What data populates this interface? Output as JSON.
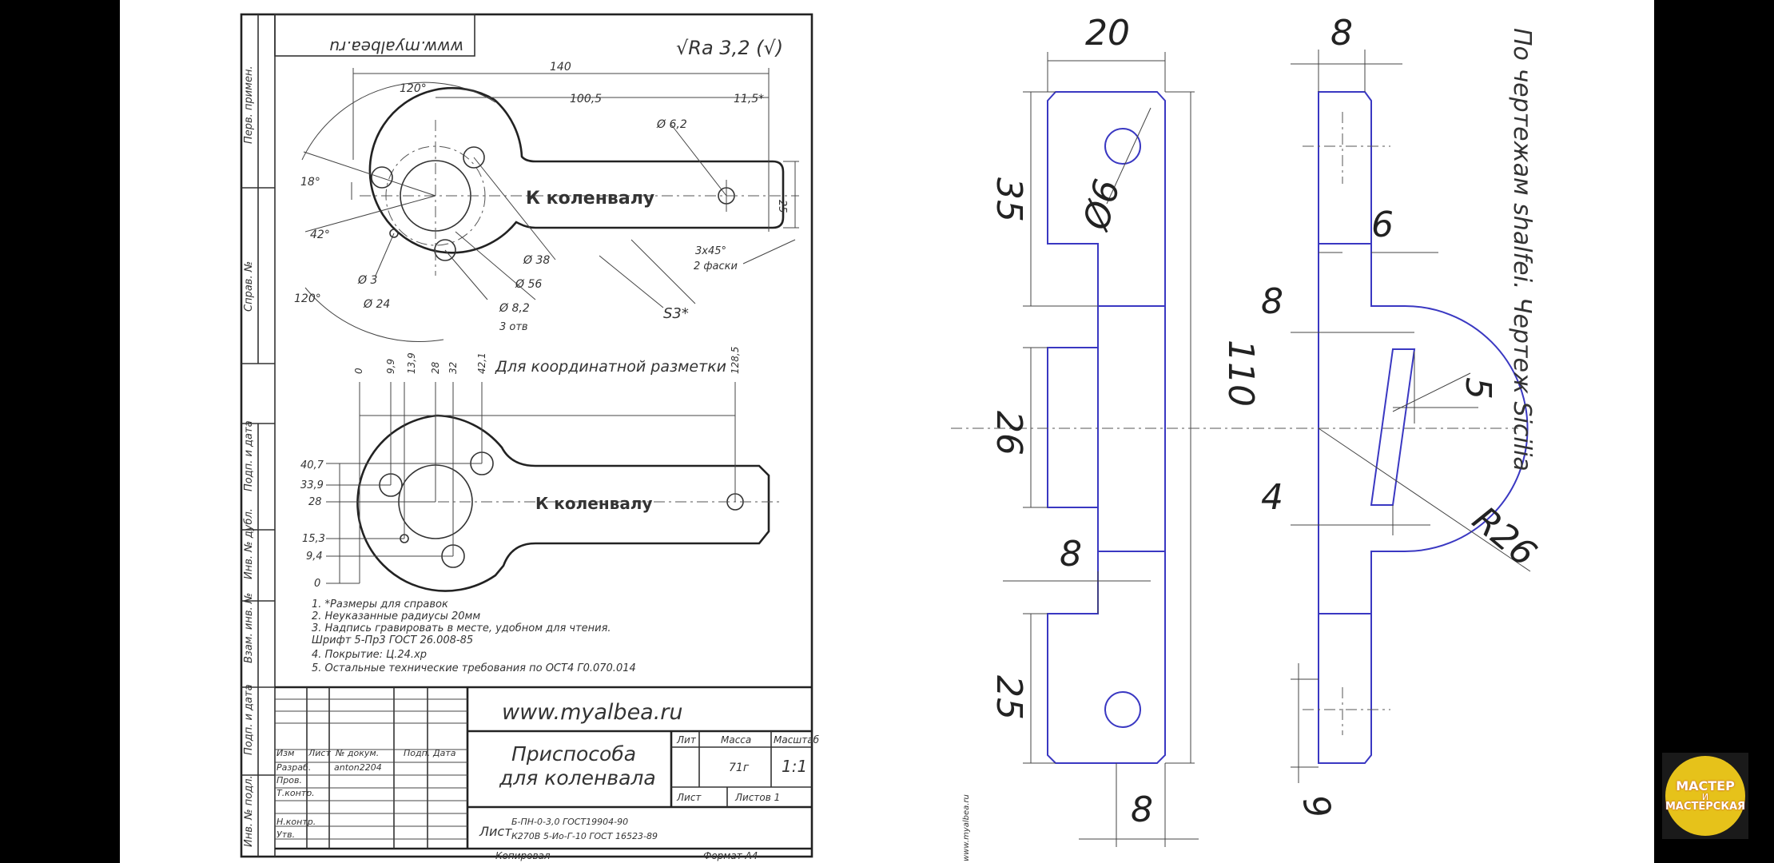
{
  "sheet": {
    "website_top": "www.myalbea.ru",
    "roughness": "√Ra 3,2 (√)",
    "title_website": "www.myalbea.ru",
    "part_name_1": "Приспособа",
    "part_name_2": "для коленвала",
    "cols": {
      "lit": "Лит",
      "mass": "Масса",
      "scale": "Масштаб"
    },
    "mass_value": "71г",
    "scale_value": "1:1",
    "sheet_label": "Лист",
    "sheets_label": "Листов 1",
    "material_label": "Лист",
    "material_1": "Б-ПН-0-3,0 ГОСТ19904-90",
    "material_2": "К270В 5-Ио-Г-10 ГОСТ 16523-89",
    "copied": "Копировал",
    "format": "Формат А4",
    "rows": [
      "Изм",
      "Лист",
      "№ докум.",
      "Подп.",
      "Дата"
    ],
    "roles": [
      "Разраб.",
      "Пров.",
      "Т.контр.",
      "",
      "Н.контр.",
      "Утв."
    ],
    "developer": "anton2204",
    "side_labels": [
      "Перв. примен.",
      "Справ. №",
      "Подп. и дата",
      "Инв. № дубл.",
      "Взам. инв. №",
      "Подп. и дата",
      "Инв. № подл."
    ]
  },
  "top_view": {
    "engraving": "К коленвалу",
    "dims": {
      "d140": "140",
      "d100_5": "100,5",
      "d11_5": "11,5*",
      "d6_2": "Ø 6,2",
      "d25": "25",
      "a120a": "120°",
      "a18": "18°",
      "a42": "42°",
      "a120b": "120°",
      "d3": "Ø 3",
      "d24": "Ø 24",
      "d38": "Ø 38",
      "d56": "Ø 56",
      "d8_2": "Ø 8,2",
      "holes3": "3 отв",
      "chamfer": "3x45°",
      "chamfer2": "2 фаски",
      "s3": "S3*"
    }
  },
  "coord_view": {
    "title": "Для координатной разметки",
    "engraving": "К коленвалу",
    "x_ticks": [
      "0",
      "9,9",
      "13,9",
      "28",
      "32",
      "42,1",
      "128,5"
    ],
    "y_ticks": [
      "40,7",
      "33,9",
      "28",
      "15,3",
      "9,4",
      "0"
    ]
  },
  "notes": [
    "1. *Размеры для справок",
    "2. Неуказанные радиусы 20мм",
    "3. Надпись гравировать в месте, удобном для чтения.",
    "   Шрифт 5-Пр3 ГОСТ 26.008-85",
    "4. Покрытие: Ц.24.хр",
    "5. Остальные технические требования по ОСТ4 Г0.070.014"
  ],
  "right_drawing": {
    "d20": "20",
    "d8_top": "8",
    "d35": "35",
    "d6_hole": "Ø6",
    "d6": "6",
    "d8_mid": "8",
    "d110": "110",
    "d26": "26",
    "d5": "5",
    "d4": "4",
    "r26": "R26",
    "d8_left": "8",
    "d25": "25",
    "d8_bottom": "8",
    "d9": "9",
    "caption": "По чертежам shalfei. Чертеж Sicilia",
    "watermark": "www.myalbea.ru"
  },
  "logo": {
    "line1": "МАСТЕР",
    "line2": "И",
    "line3": "МАСТЕРСКАЯ"
  }
}
